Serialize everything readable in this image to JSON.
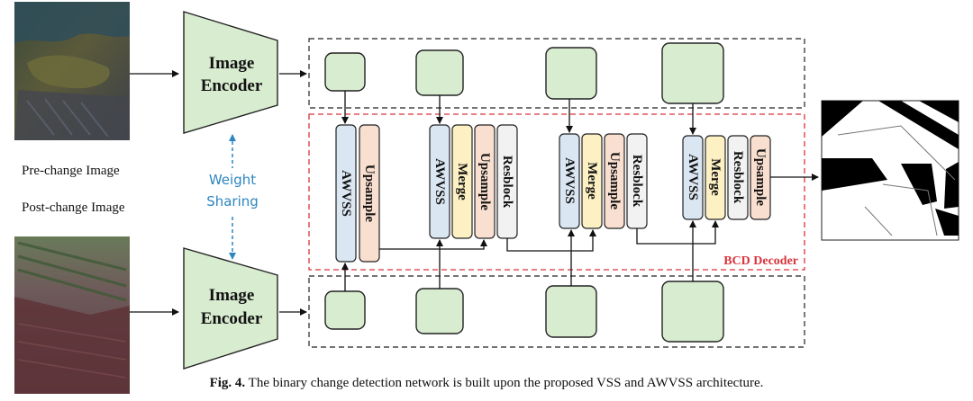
{
  "labels": {
    "pre_change": "Pre-change Image",
    "post_change": "Post-change Image",
    "weight_sharing_line1": "Weight",
    "weight_sharing_line2": "Sharing",
    "decoder_title": "BCD Decoder"
  },
  "encoders": [
    {
      "line1": "Image",
      "line2": "Encoder"
    },
    {
      "line1": "Image",
      "line2": "Encoder"
    }
  ],
  "blocks": {
    "awvss": "AWVSS",
    "upsample": "Upsample",
    "merge": "Merge",
    "resblock": "Resblock"
  },
  "caption": {
    "prefix": "Fig. 4.",
    "text": " The binary change detection network is built upon the proposed VSS and AWVSS architecture."
  },
  "colors": {
    "feature_fill": "#d8ecd0",
    "awvss_fill": "#dbe6f3",
    "upsample_fill": "#f9dfcf",
    "merge_fill": "#fdf1c4",
    "resblock_fill": "#f2f2f2",
    "decoder_border": "#d9343b",
    "weight_sharing": "#2e86c1"
  }
}
